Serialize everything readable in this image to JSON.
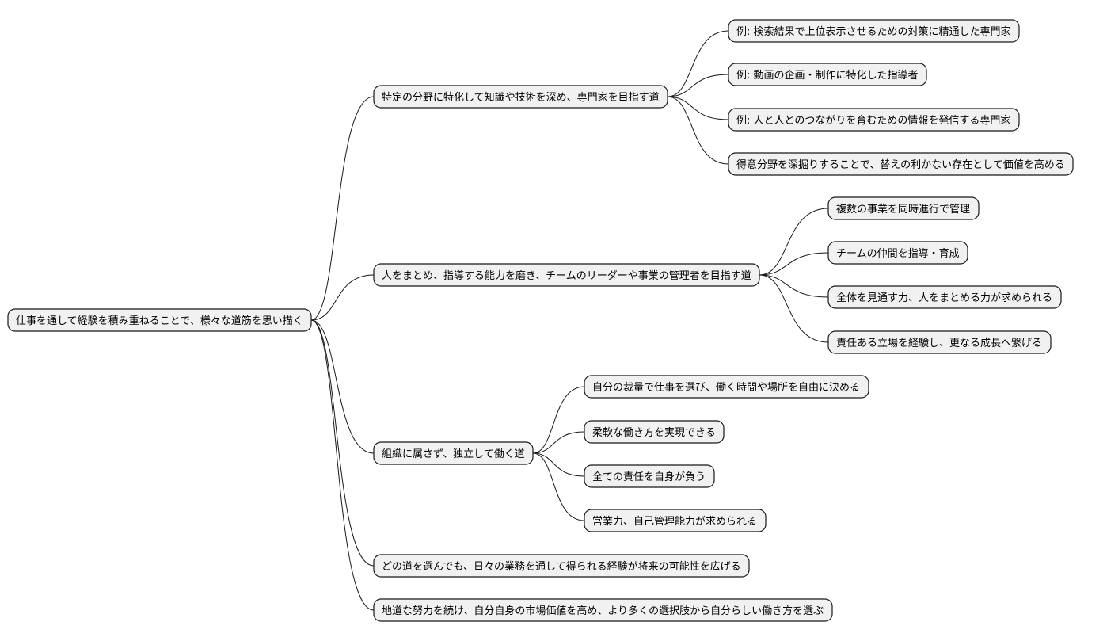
{
  "root": {
    "label": "仕事を通して経験を積み重ねることで、様々な道筋を思い描く"
  },
  "branches": [
    {
      "label": "特定の分野に特化して知識や技術を深め、専門家を目指す道",
      "children": [
        "例: 検索結果で上位表示させるための対策に精通した専門家",
        "例: 動画の企画・制作に特化した指導者",
        "例: 人と人とのつながりを育むための情報を発信する専門家",
        "得意分野を深掘りすることで、替えの利かない存在として価値を高める"
      ]
    },
    {
      "label": "人をまとめ、指導する能力を磨き、チームのリーダーや事業の管理者を目指す道",
      "children": [
        "複数の事業を同時進行で管理",
        "チームの仲間を指導・育成",
        "全体を見通す力、人をまとめる力が求められる",
        "責任ある立場を経験し、更なる成長へ繋げる"
      ]
    },
    {
      "label": "組織に属さず、独立して働く道",
      "children": [
        "自分の裁量で仕事を選び、働く時間や場所を自由に決める",
        "柔軟な働き方を実現できる",
        "全ての責任を自身が負う",
        "営業力、自己管理能力が求められる"
      ]
    },
    {
      "label": "どの道を選んでも、日々の業務を通して得られる経験が将来の可能性を広げる",
      "children": []
    },
    {
      "label": "地道な努力を続け、自分自身の市場価値を高め、より多くの選択肢から自分らしい働き方を選ぶ",
      "children": []
    }
  ]
}
